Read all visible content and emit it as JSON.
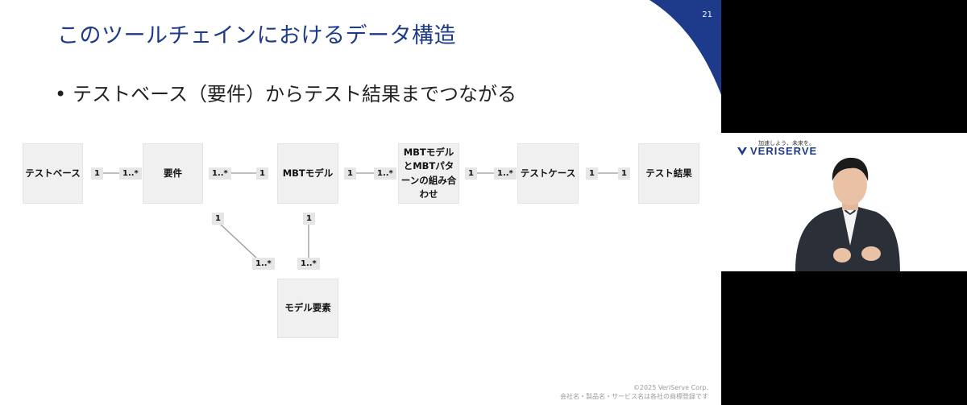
{
  "slide": {
    "page_number": "21",
    "title": "このツールチェインにおけるデータ構造",
    "bullet": "テストベース（要件）からテスト結果までつながる",
    "footer_line1": "©2025 VeriServe Corp.",
    "footer_line2": "会社名・製品名・サービス名は各社の商標登録です",
    "colors": {
      "title": "#1e3a8a",
      "corner": "#1e3a8a",
      "box": "#f0f0f0"
    }
  },
  "diagram": {
    "boxes": {
      "testbase": "テストベース",
      "requirement": "要件",
      "mbt_model": "MBTモデル",
      "combination": "MBTモデルとMBTパターンの組み合わせ",
      "testcase": "テストケース",
      "testresult": "テスト結果",
      "model_element": "モデル要素"
    },
    "multiplicity": {
      "m1": "1",
      "m2": "1..*",
      "m3": "1..*",
      "m4": "1",
      "m5": "1",
      "m6": "1..*",
      "m7": "1",
      "m8": "1..*",
      "m9": "1",
      "m10": "1",
      "m11": "1",
      "m12": "1..*",
      "m13": "1",
      "m14": "1..*"
    }
  },
  "video": {
    "tagline": "加速しよう、未来を。",
    "logo": "VERISERVE",
    "logo_icon": "veriserve-v-logo-icon"
  }
}
